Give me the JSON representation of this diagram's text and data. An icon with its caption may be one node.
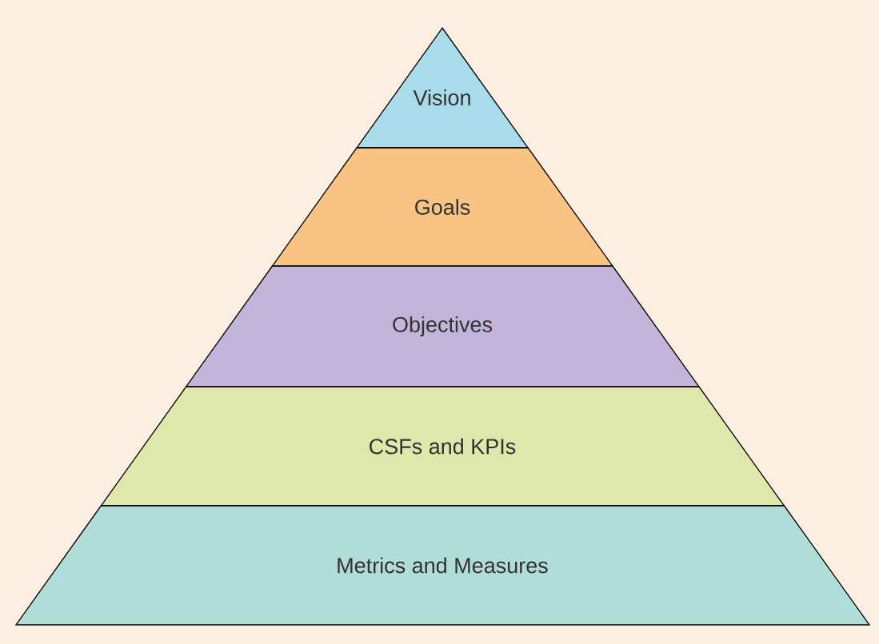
{
  "diagram": {
    "nodes": [
      {
        "text": [
          "Vision"
        ]
      },
      {
        "text": [
          "Goals"
        ]
      },
      {
        "text": [
          "Objectives"
        ]
      },
      {
        "text": [
          "CSFs and KPIs"
        ]
      },
      {
        "text": [
          "Metrics and Measures"
        ]
      }
    ]
  }
}
